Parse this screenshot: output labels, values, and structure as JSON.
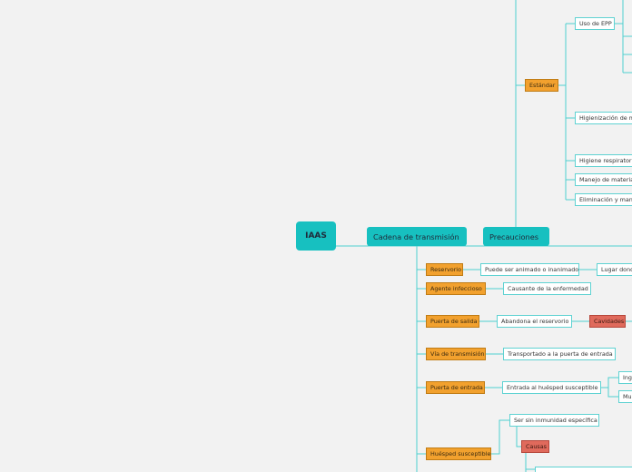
{
  "root": {
    "label": "IAAS"
  },
  "branches": {
    "cadena": "Cadena de transmisión",
    "precauciones": "Precauciones"
  },
  "precauciones": {
    "estandar": "Estándar",
    "uso_epp": "Uso de EPP",
    "higienizacion": "Higienización de m",
    "higiene_resp": "Higiene respiratori",
    "manejo": "Manejo de materia",
    "eliminacion": "Eliminación y mane"
  },
  "cadena": {
    "reservorio": {
      "label": "Reservorio",
      "detail": "Puede ser animado o inanimado",
      "extra": "Lugar dond"
    },
    "agente": {
      "label": "Agente infeccioso",
      "detail": "Causante de la enfermedad"
    },
    "puerta_salida": {
      "label": "Puerta de salida",
      "detail": "Abandona el reservorio",
      "extra": "Cavidades"
    },
    "via": {
      "label": "Vía de transmisión",
      "detail": "Transportado a la puerta de entrada"
    },
    "puerta_entrada": {
      "label": "Puerta de entrada",
      "detail": "Entrada al huésped susceptible",
      "sub1": "Inge",
      "sub2": "Muc"
    },
    "huesped": {
      "label": "Huésped susceptible",
      "detail": "Ser sin inmunidad específica",
      "causas": "Causas"
    }
  },
  "colors": {
    "line": "#4fd0d0",
    "main": "#17c0c0",
    "orange": "#f2a12e",
    "red": "#e06a5c",
    "background": "#f2f2f2"
  }
}
